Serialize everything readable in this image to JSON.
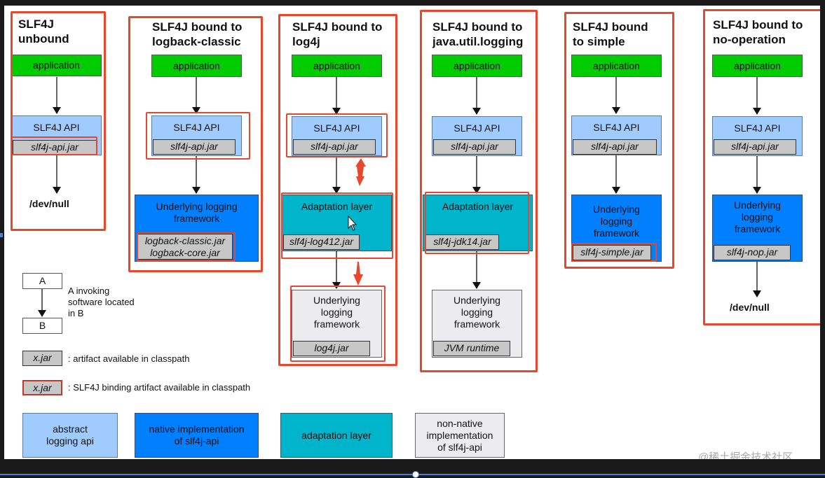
{
  "columns": [
    {
      "title_line1": "SLF4J",
      "title_line2": "unbound",
      "application": "application",
      "api": "SLF4J API",
      "api_jar": "slf4j-api.jar",
      "end": "/dev/null"
    },
    {
      "title_line1": "SLF4J bound to",
      "title_line2": "logback-classic",
      "application": "application",
      "api": "SLF4J API",
      "api_jar": "slf4j-api.jar",
      "impl_line1": "Underlying logging",
      "impl_line2": "framework",
      "jar1": "logback-classic.jar",
      "jar2": "logback-core.jar"
    },
    {
      "title_line1": "SLF4J bound to",
      "title_line2": "log4j",
      "application": "application",
      "api": "SLF4J API",
      "api_jar": "slf4j-api.jar",
      "adapter": "Adaptation layer",
      "adapter_jar": "slf4j-log412.jar",
      "impl_line1": "Underlying",
      "impl_line2": "logging",
      "impl_line3": "framework",
      "impl_jar": "log4j.jar"
    },
    {
      "title_line1": "SLF4J bound to",
      "title_line2": "java.util.logging",
      "application": "application",
      "api": "SLF4J API",
      "api_jar": "slf4j-api.jar",
      "adapter": "Adaptation layer",
      "adapter_jar": "slf4j-jdk14.jar",
      "impl_line1": "Underlying",
      "impl_line2": "logging",
      "impl_line3": "framework",
      "impl_jar": "JVM runtime"
    },
    {
      "title_line1": "SLF4J bound",
      "title_line2": "to simple",
      "application": "application",
      "api": "SLF4J API",
      "api_jar": "slf4j-api.jar",
      "impl_line1": "Underlying",
      "impl_line2": "logging",
      "impl_line3": "framework",
      "impl_jar": "slf4j-simple.jar"
    },
    {
      "title_line1": "SLF4J bound to",
      "title_line2": "no-operation",
      "application": "application",
      "api": "SLF4J API",
      "api_jar": "slf4j-api.jar",
      "impl_line1": "Underlying",
      "impl_line2": "logging",
      "impl_line3": "framework",
      "impl_jar": "slf4j-nop.jar",
      "end": "/dev/null"
    }
  ],
  "legend": {
    "a": "A",
    "b": "B",
    "invoke_line1": "A invoking",
    "invoke_line2": "software located",
    "invoke_line3": "in B",
    "jar_sample": "x.jar",
    "jar_desc": ": artifact available in classpath",
    "binding_sample": "x.jar",
    "binding_desc": ": SLF4J binding artifact available in classpath",
    "abstract_line1": "abstract",
    "abstract_line2": "logging api",
    "native_line1": "native implementation",
    "native_line2": "of slf4j-api",
    "adaptation": "adaptation layer",
    "nonnative_line1": "non-native",
    "nonnative_line2": "implementation",
    "nonnative_line3": "of slf4j-api"
  },
  "watermark": "@稀土掘金技术社区",
  "colors": {
    "application": "#00cc00",
    "api": "#9fcbff",
    "native": "#0080ff",
    "adaptation": "#00b4cc",
    "nonnative": "#ececee",
    "jar": "#c7c7c7",
    "highlight": "#e8472d"
  }
}
